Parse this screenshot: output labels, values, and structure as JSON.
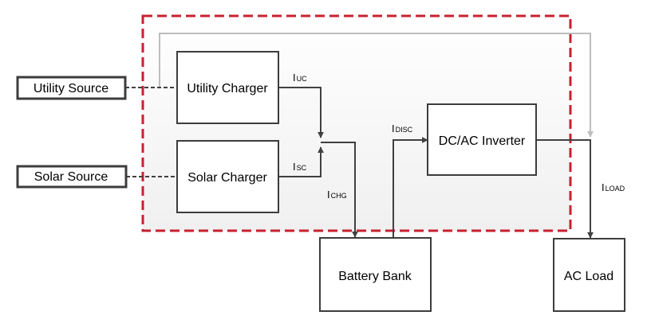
{
  "boxes": {
    "utility_source": "Utility Source",
    "solar_source": "Solar Source",
    "utility_charger": "Utility Charger",
    "solar_charger": "Solar Charger",
    "inverter": "DC/AC Inverter",
    "battery_bank": "Battery Bank",
    "ac_load": "AC Load"
  },
  "currents": {
    "iuc": {
      "main": "I",
      "sub": "UC"
    },
    "isc": {
      "main": "I",
      "sub": "SC"
    },
    "ichg": {
      "main": "I",
      "sub": "CHG"
    },
    "idisc": {
      "main": "I",
      "sub": "DISC"
    },
    "iload": {
      "main": "I",
      "sub": "LOAD"
    }
  },
  "colors": {
    "boundary": "#c8202f",
    "box_stroke": "#3c3c3c",
    "wire": "#404040",
    "ac_bypass": "#bdbdbd"
  }
}
